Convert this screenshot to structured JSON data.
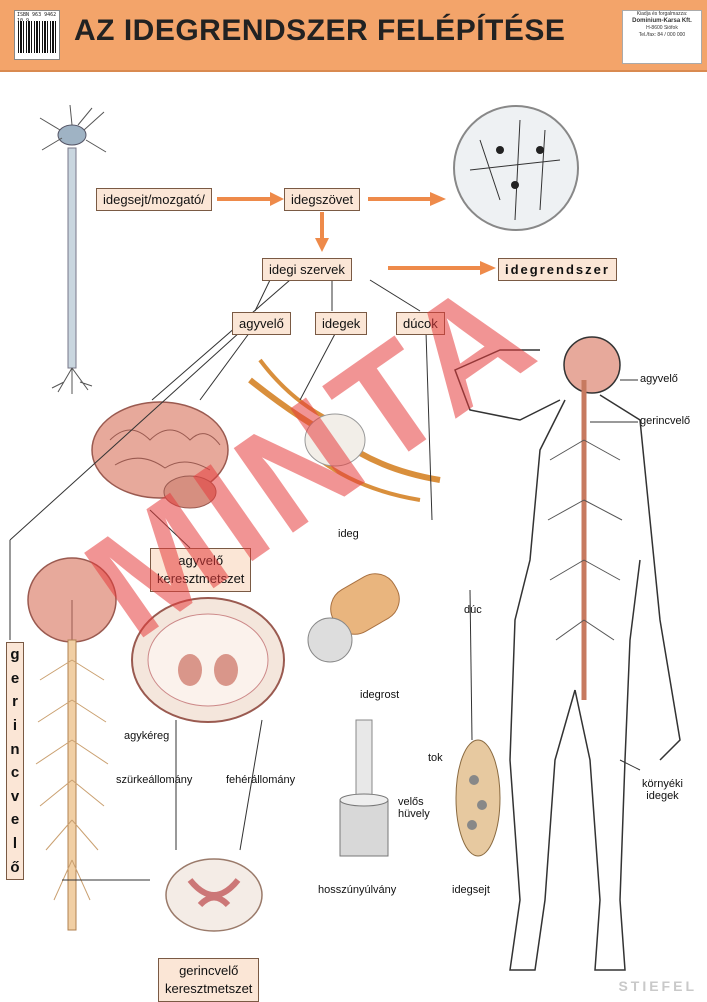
{
  "header": {
    "barcode_text": "ISBN 963 9462 10 9",
    "title": "AZ IDEGRENDSZER FELÉPÍTÉSE",
    "publisher_line1": "Kiadja és forgalmazza:",
    "publisher_name": "Dominium-Karsa Kft.",
    "publisher_line2": "H-8600 Siófok",
    "publisher_line3": "Tel./fax: 84 / 000 000"
  },
  "labels": {
    "neuron_motor": "idegsejt/mozgató/",
    "nerve_tissue": "idegszövet",
    "nerve_organs": "idegi szervek",
    "nervous_system": "idegrendszer",
    "brain": "agyvelő",
    "nerves": "idegek",
    "ganglia": "dúcok",
    "brain_section_1": "agyvelő",
    "brain_section_2": "keresztmetszet",
    "spinal_section_1": "gerincvelő",
    "spinal_section_2": "keresztmetszet",
    "spinal_cord_vertical": [
      "g",
      "e",
      "r",
      "i",
      "n",
      "c",
      "v",
      "e",
      "l",
      "ő"
    ]
  },
  "annotations": {
    "body_brain": "agyvelő",
    "body_spinal": "gerincvelő",
    "peripheral_1": "környéki",
    "peripheral_2": "idegek",
    "ganglion": "dúc",
    "nerve": "ideg",
    "nerve_fiber": "idegrost",
    "myelin_1": "velős",
    "myelin_2": "hüvely",
    "axon": "hosszúnyúlvány",
    "capsule": "tok",
    "nerve_cell": "idegsejt",
    "cortex": "agykéreg",
    "grey_matter": "szürkeállomány",
    "white_matter": "fehérállomány"
  },
  "watermark": "MINTA",
  "footer": "STIEFEL",
  "colors": {
    "header_bg": "#f3a46a",
    "arrow": "#ee8a4a",
    "box_bg": "#fbe6d6",
    "watermark": "#e63c3c"
  }
}
